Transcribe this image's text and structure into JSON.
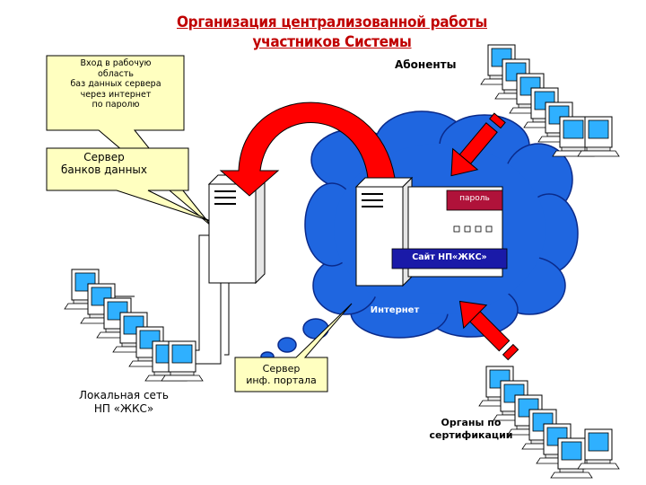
{
  "title": {
    "line1": "Организация централизованной работы",
    "line2": "участников Системы"
  },
  "callouts": {
    "login": [
      "Вход в рабочую",
      "область",
      "баз данных сервера",
      "через интернет",
      "по паролю"
    ],
    "db_server": [
      "Сервер",
      "банков данных"
    ],
    "portal_server": [
      "Сервер",
      "инф. портала"
    ]
  },
  "labels": {
    "subscribers": "Абоненты",
    "password": "пароль",
    "site": "Сайт НП«ЖКС»",
    "internet": "Интернет",
    "local_network": [
      "Локальная сеть",
      "НП «ЖКС»"
    ],
    "certification": [
      "Органы по",
      "сертификации"
    ]
  },
  "colors": {
    "title": "#c00000",
    "cloud": "#1f66e0",
    "callout": "#ffffc0",
    "arrow_red": "#ff0000",
    "site_bar": "#1a1aa8",
    "password_bar": "#b0123a",
    "monitor_screen": "#2fb0ff"
  }
}
